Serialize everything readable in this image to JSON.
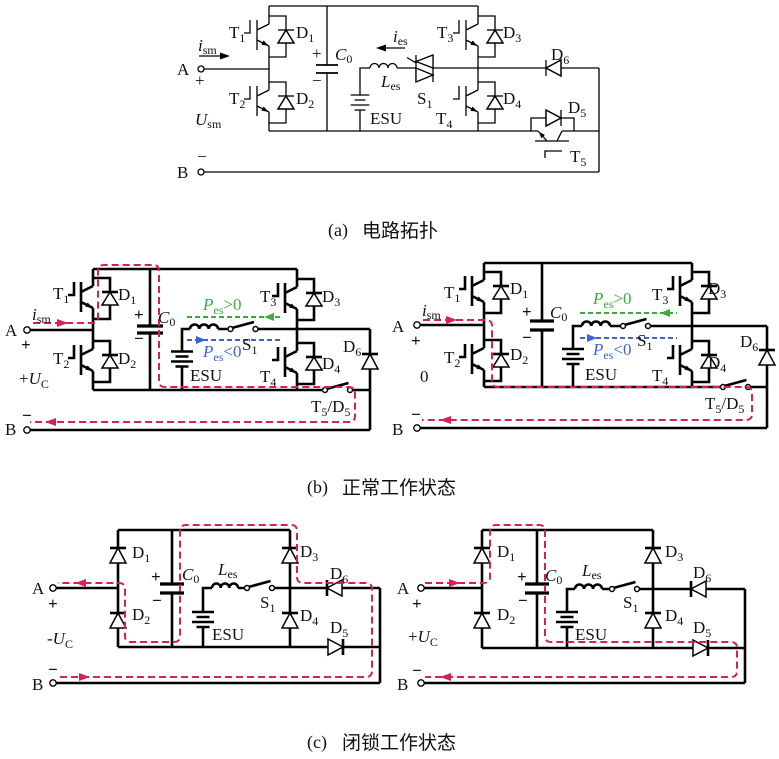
{
  "colors": {
    "fault_current_path": "#d9214f",
    "power_flow_positive": "#3cab3c",
    "power_flow_negative": "#3b64d6"
  },
  "symbols": {
    "plus": "+",
    "minus": "−"
  },
  "terminals": {
    "A": "A",
    "B": "B"
  },
  "components": {
    "T1": {
      "main": "T",
      "sub": "1"
    },
    "T2": {
      "main": "T",
      "sub": "2"
    },
    "T3": {
      "main": "T",
      "sub": "3"
    },
    "T4": {
      "main": "T",
      "sub": "4"
    },
    "T5": {
      "main": "T",
      "sub": "5"
    },
    "D1": {
      "main": "D",
      "sub": "1"
    },
    "D2": {
      "main": "D",
      "sub": "2"
    },
    "D3": {
      "main": "D",
      "sub": "3"
    },
    "D4": {
      "main": "D",
      "sub": "4"
    },
    "D5": {
      "main": "D",
      "sub": "5"
    },
    "D6": {
      "main": "D",
      "sub": "6"
    },
    "C0": {
      "main": "C",
      "sub": "0"
    },
    "Les": {
      "main": "L",
      "sub": "es"
    },
    "S1": {
      "main": "S",
      "sub": "1"
    },
    "ESU": "ESU"
  },
  "quantities": {
    "i_sm": {
      "main": "i",
      "sub": "sm"
    },
    "U_sm": {
      "main": "U",
      "sub": "sm"
    },
    "i_es": {
      "main": "i",
      "sub": "es"
    },
    "P_es": {
      "main": "P",
      "sub": "es"
    }
  },
  "panels": {
    "a": {
      "caption": {
        "label": "(a)",
        "title": "电路拓扑"
      }
    },
    "b": {
      "caption": {
        "label": "(b)",
        "title": "正常工作状态"
      },
      "left_voltage": {
        "sign": "+",
        "main": "U",
        "sub": "C"
      },
      "right_voltage": "0",
      "power_positive_relation": ">0",
      "power_negative_relation": "<0",
      "switch_label": {
        "t_main": "T",
        "t_sub": "5",
        "sep": "/",
        "d_main": "D",
        "d_sub": "5"
      }
    },
    "c": {
      "caption": {
        "label": "(c)",
        "title": "闭锁工作状态"
      },
      "left_voltage": {
        "sign": "-",
        "main": "U",
        "sub": "C"
      },
      "right_voltage": {
        "sign": "+",
        "main": "U",
        "sub": "C"
      }
    }
  }
}
